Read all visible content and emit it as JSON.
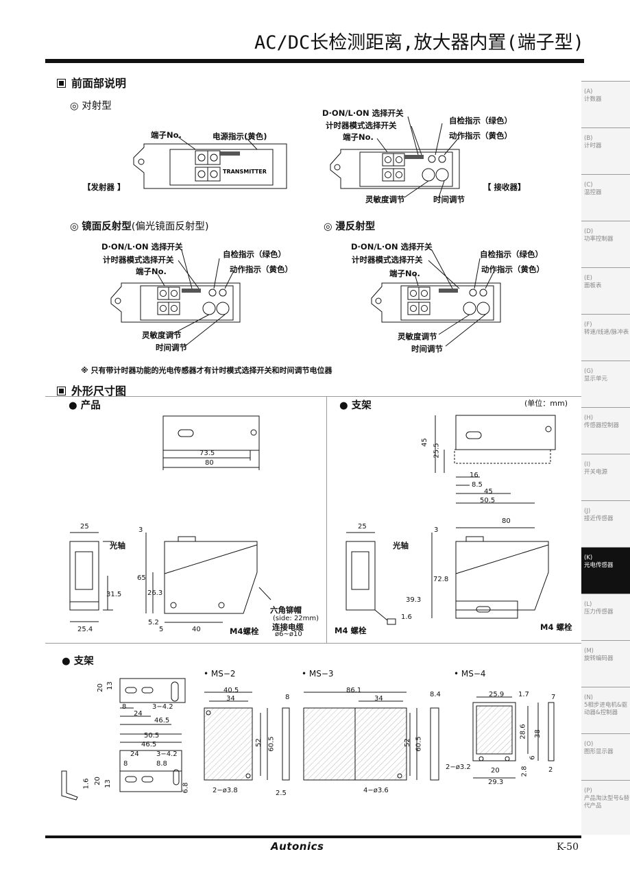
{
  "page_title": "AC/DC长检测距离,放大器内置(端子型)",
  "sections": {
    "front": {
      "heading": "前面部说明",
      "through_beam": {
        "title": "对射型",
        "emitter_labels": {
          "terminal": "端子No.",
          "power_led": "电源指示(黄色)",
          "side": "【发射器 】",
          "panel_text": "TRANSMITTER"
        },
        "receiver_labels": {
          "don_lon": "D·ON/L·ON 选择开关",
          "timer_mode": "计时器模式选择开关",
          "terminal": "端子No.",
          "stability_led": "自检指示（绿色）",
          "operation_led": "动作指示（黄色）",
          "sensitivity": "灵敏度调节",
          "time_adj": "时间调节",
          "side": "【 接收器】"
        }
      },
      "retro": {
        "title": "镜面反射型",
        "title_paren": "(偏光镜面反射型)",
        "labels": {
          "don_lon": "D·ON/L·ON 选择开关",
          "timer_mode": "计时器模式选择开关",
          "terminal": "端子No.",
          "stability_led": "自检指示（绿色）",
          "operation_led": "动作指示（黄色）",
          "sensitivity": "灵敏度调节",
          "time_adj": "时间调节"
        }
      },
      "diffuse": {
        "title": "漫反射型",
        "labels": {
          "don_lon": "D·ON/L·ON 选择开关",
          "timer_mode": "计时器模式选择开关",
          "terminal": "端子No.",
          "stability_led": "自检指示（绿色）",
          "operation_led": "动作指示（黄色）",
          "sensitivity": "灵敏度调节",
          "time_adj": "时间调节"
        }
      },
      "note": "※ 只有带计时器功能的光电传感器才有计时模式选择开关和时间调节电位器"
    },
    "dimensions": {
      "heading": "外形尺寸图",
      "product": "产品",
      "bracket": "支架",
      "unit": "(单位：mm)",
      "product_dims": {
        "d73_5": "73.5",
        "d80": "80",
        "d25": "25",
        "d3": "3",
        "d65": "65",
        "d26_3": "26.3",
        "d31_5": "31.5",
        "d5_2": "5.2",
        "d5": "5",
        "d40": "40",
        "d25_4": "25.4",
        "optical_axis": "光轴",
        "hex_cap": "六角铆帽",
        "hex_side": "(side: 22mm)",
        "cable": "连接电缆",
        "cable_dia": "ø6~ø10",
        "m4": "M4螺栓"
      },
      "bracket_dims": {
        "d45": "45",
        "d25_5": "25.5",
        "d16": "16",
        "d8_5": "8.5",
        "d45b": "45",
        "d50_5": "50.5",
        "d25": "25",
        "d3": "3",
        "d80": "80",
        "d72_8": "72.8",
        "d39_3": "39.3",
        "d1_6": "1.6",
        "optical_axis": "光轴",
        "m4_left": "M4 螺栓",
        "m4_right": "M4 螺栓"
      }
    },
    "brackets": {
      "heading": "支架",
      "ms2": "• MS−2",
      "ms3": "• MS−3",
      "ms4": "• MS−4",
      "b1": {
        "d20": "20",
        "d13": "13",
        "d8": "8",
        "d3_4_2": "3−4.2",
        "d24": "24",
        "d46_5": "46.5"
      },
      "b2": {
        "d50_5": "50.5",
        "d46_5": "46.5",
        "d24": "24",
        "d3_4_2": "3−4.2",
        "d8": "8",
        "d8_8": "8.8",
        "d1_6": "1.6",
        "d20": "20",
        "d13": "13",
        "d6_8": "6.8"
      },
      "ms2_dims": {
        "d40_5": "40.5",
        "d34": "34",
        "d8": "8",
        "d52": "52",
        "d60_5": "60.5",
        "d2_3_8": "2−ø3.8",
        "d2_5": "2.5"
      },
      "ms3_dims": {
        "d86_1": "86.1",
        "d34": "34",
        "d8_4": "8.4",
        "d52": "52",
        "d60_5": "60.5",
        "d4_3_6": "4−ø3.6"
      },
      "ms4_dims": {
        "d25_9": "25.9",
        "d1_7": "1.7",
        "d7": "7",
        "d28_6": "28.6",
        "d38": "38",
        "d6": "6",
        "d2_3_2": "2−ø3.2",
        "d20": "20",
        "d2_8": "2.8",
        "d2": "2",
        "d29_3": "29.3"
      }
    }
  },
  "sidebar": {
    "items": [
      {
        "code": "(A)",
        "name": "计数器"
      },
      {
        "code": "(B)",
        "name": "计时器"
      },
      {
        "code": "(C)",
        "name": "温控器"
      },
      {
        "code": "(D)",
        "name": "功率控制器"
      },
      {
        "code": "(E)",
        "name": "面板表"
      },
      {
        "code": "(F)",
        "name": "转速/线速/脉冲表"
      },
      {
        "code": "(G)",
        "name": "显示单元"
      },
      {
        "code": "(H)",
        "name": "传感器控制器"
      },
      {
        "code": "(I)",
        "name": "开关电源"
      },
      {
        "code": "(J)",
        "name": "接近传感器"
      },
      {
        "code": "(K)",
        "name": "光电传感器"
      },
      {
        "code": "(L)",
        "name": "压力传感器"
      },
      {
        "code": "(M)",
        "name": "旋转编码器"
      },
      {
        "code": "(N)",
        "name": "5相步进电机&驱动器&控制器"
      },
      {
        "code": "(O)",
        "name": "图形显示器"
      },
      {
        "code": "(P)",
        "name": "产品淘汰型号&替代产品"
      }
    ],
    "active_index": 10
  },
  "footer": {
    "brand": "Autonics",
    "page": "K-50"
  }
}
